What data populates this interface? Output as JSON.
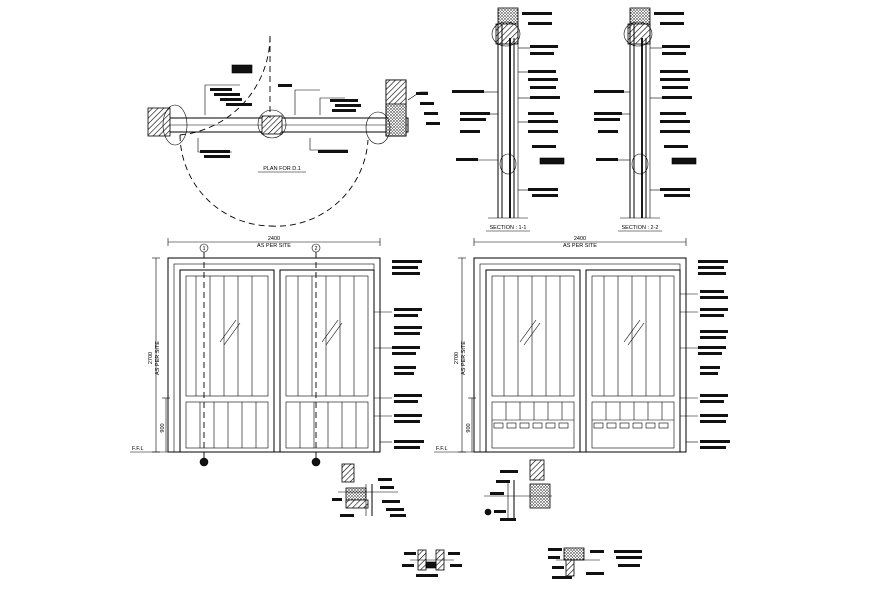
{
  "drawing": {
    "plan_title": "PLAN FOR D.1",
    "section1_title": "SECTION : 1-1",
    "section2_title": "SECTION : 2-2",
    "elev1_dim_width": "2400",
    "elev1_dim_note": "AS PER SITE",
    "elev2_dim_width": "2400",
    "elev2_dim_note": "AS PER SITE",
    "elev_dim_height": "2700",
    "elev_dim_height_note": "AS PER SITE",
    "elev_dim_lower": "900",
    "ffl_label": "F.F.L",
    "marker_1": "1",
    "marker_2": "2"
  }
}
